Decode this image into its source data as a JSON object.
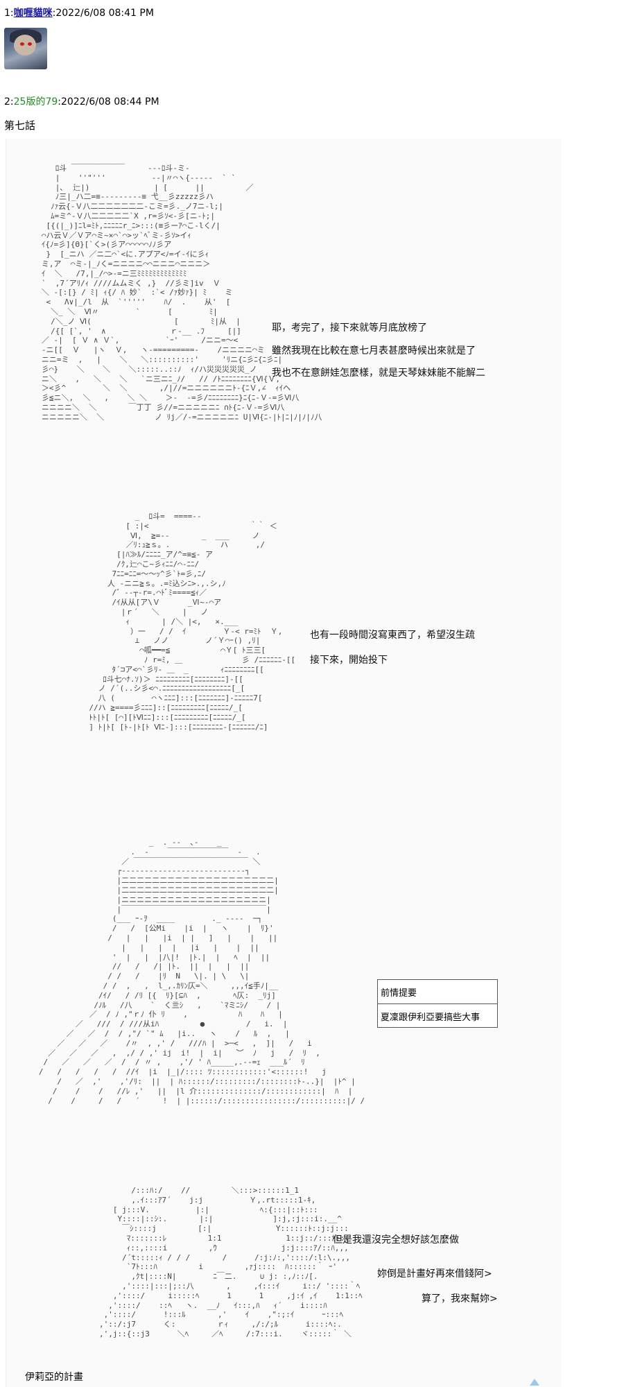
{
  "post1": {
    "number": "1:",
    "author": "咖喱貓咪",
    "timestamp": ":2022/6/08 08:41 PM"
  },
  "post2": {
    "number": "2:",
    "author": "25版的79",
    "timestamp": ":2022/6/08 08:44 PM"
  },
  "chapter_title": "第七話",
  "panel1": {
    "lines": [
      "耶，考完了，接下來就等月底放榜了",
      "雖然我現在比較在意七月表甚麼時候出來就是了",
      "我也不在意餅娃怎麼樣，就是天琴妹妹能不能解二"
    ]
  },
  "panel2": {
    "lines": [
      "也有一段時間沒寫東西了，希望沒生疏",
      "接下來，開始投下"
    ]
  },
  "panel3": {
    "box_title": "前情提要",
    "box_text": "夏凜跟伊利亞要搞些大事"
  },
  "panel4": {
    "lines": [
      "但是我還沒完全想好該怎麼做",
      "妳倒是計畫好再來借錢阿>",
      "算了，我來幫妳>"
    ]
  },
  "footer_title": "伊莉亞的計畫"
}
